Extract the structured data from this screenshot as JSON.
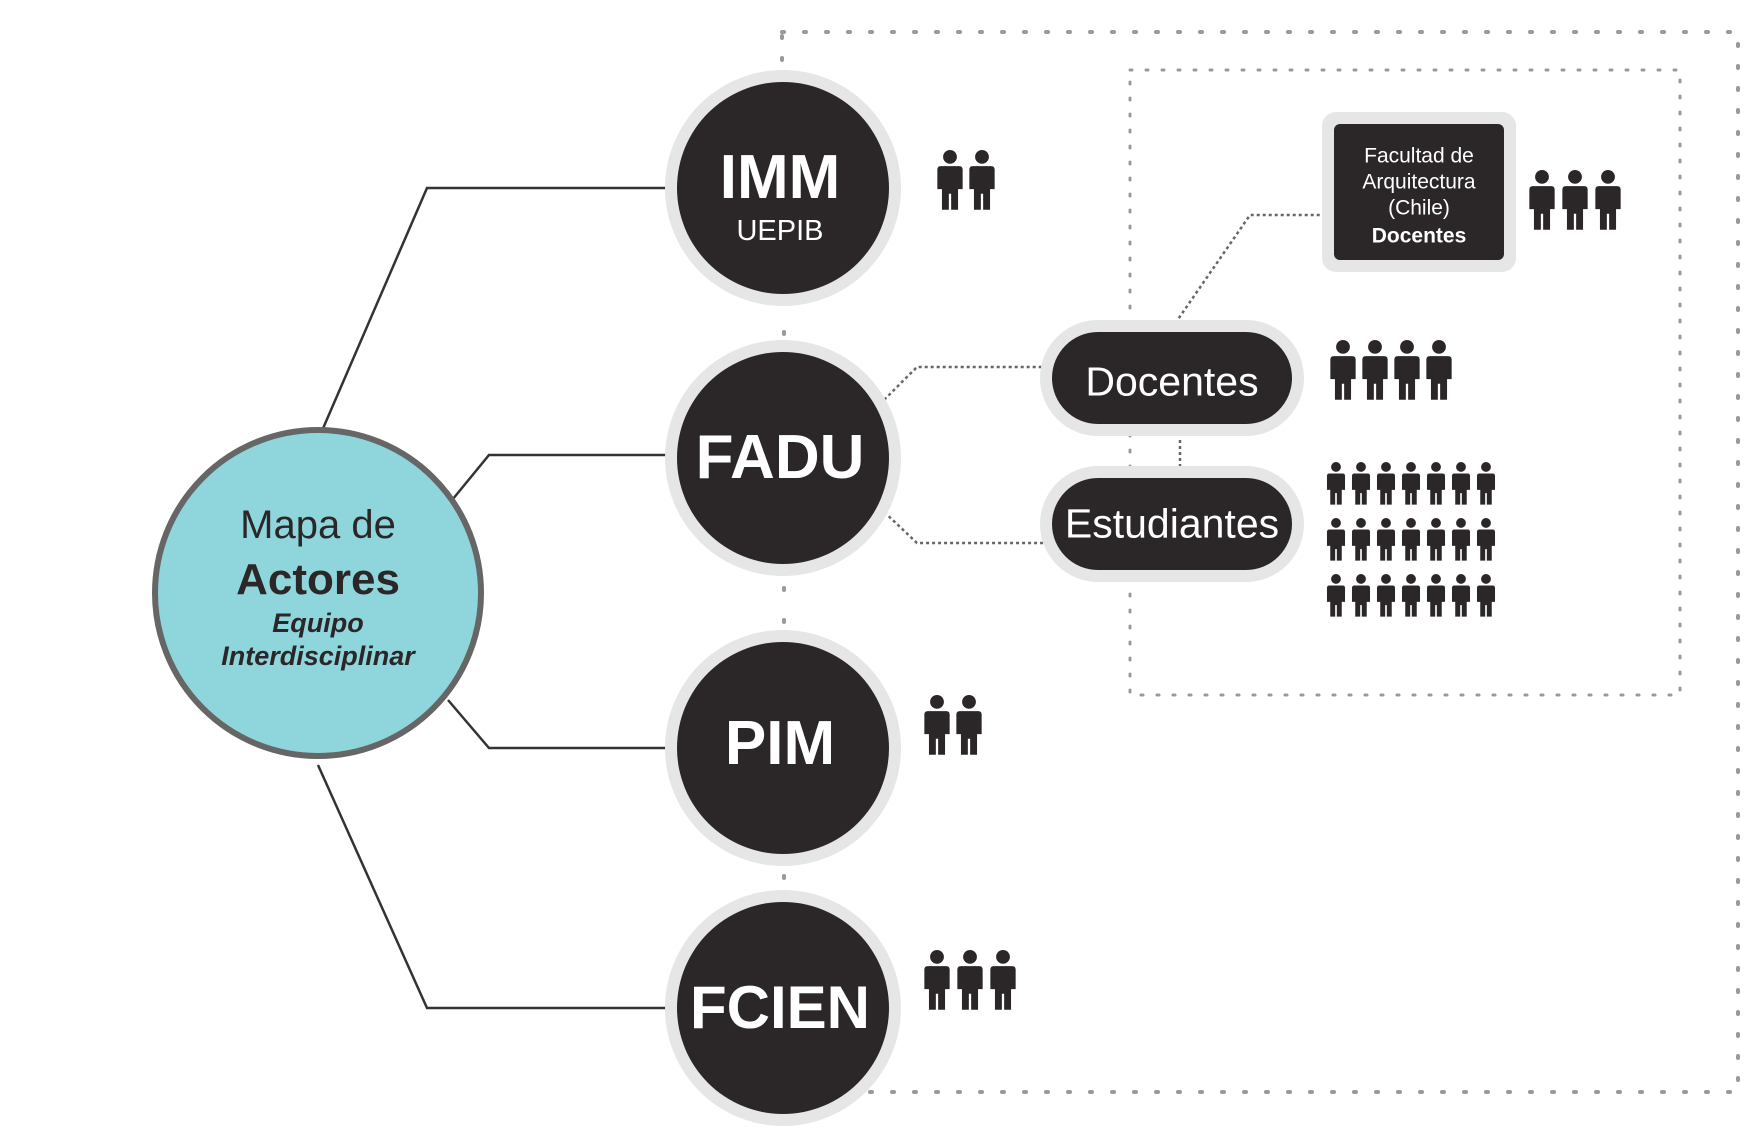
{
  "diagram": {
    "center": {
      "line1": "Mapa de",
      "line2": "Actores",
      "line3": "Equipo",
      "line4": "Interdisciplinar"
    },
    "nodes": [
      {
        "id": "imm",
        "title": "IMM",
        "subtitle": "UEPIB",
        "people": 2
      },
      {
        "id": "fadu",
        "title": "FADU",
        "subtitle": "",
        "people": 0
      },
      {
        "id": "pim",
        "title": "PIM",
        "subtitle": "",
        "people": 2
      },
      {
        "id": "fcien",
        "title": "FCIEN",
        "subtitle": "",
        "people": 3
      }
    ],
    "fadu_branches": {
      "docentes": {
        "label": "Docentes",
        "people": 4
      },
      "estudiantes": {
        "label": "Estudiantes",
        "people": 21
      }
    },
    "chile_box": {
      "line1": "Facultad de",
      "line2": "Arquitectura",
      "line3": "(Chile)",
      "line4": "Docentes",
      "people": 3
    }
  },
  "colors": {
    "dark_node": "#2b2728",
    "node_ring": "#e6e6e6",
    "center_fill": "#8fd6dc",
    "center_stroke": "#666666",
    "center_text": "#2b2728",
    "connector": "#333333",
    "dotted_frame": "#9a9a9a",
    "people_icon": "#2b2728"
  },
  "icons": [
    "person-icon"
  ]
}
